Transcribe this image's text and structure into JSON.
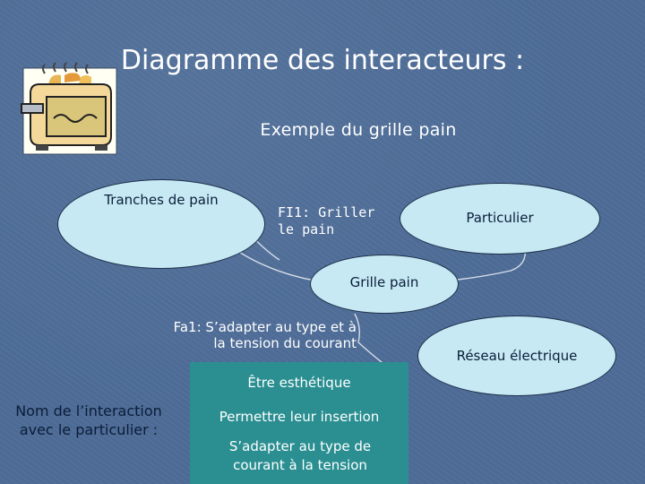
{
  "slide": {
    "title": "Diagramme des interacteurs :",
    "subtitle": "Exemple du grille pain",
    "note": "Nom de l’interaction avec le particulier :"
  },
  "nodes": {
    "tranches": "Tranches de pain",
    "particulier": "Particulier",
    "grille_pain": "Grille pain",
    "reseau": "Réseau électrique"
  },
  "functions": {
    "fi1": "FI1: Griller le pain",
    "fa1_line1": "Fa1: S’adapter au type et à",
    "fa1_line2": "la tension du courant"
  },
  "panel": {
    "items": [
      "Être esthétique",
      "Permettre leur insertion",
      "S’adapter au type de courant à la tension"
    ]
  },
  "clipart": "toaster-icon"
}
